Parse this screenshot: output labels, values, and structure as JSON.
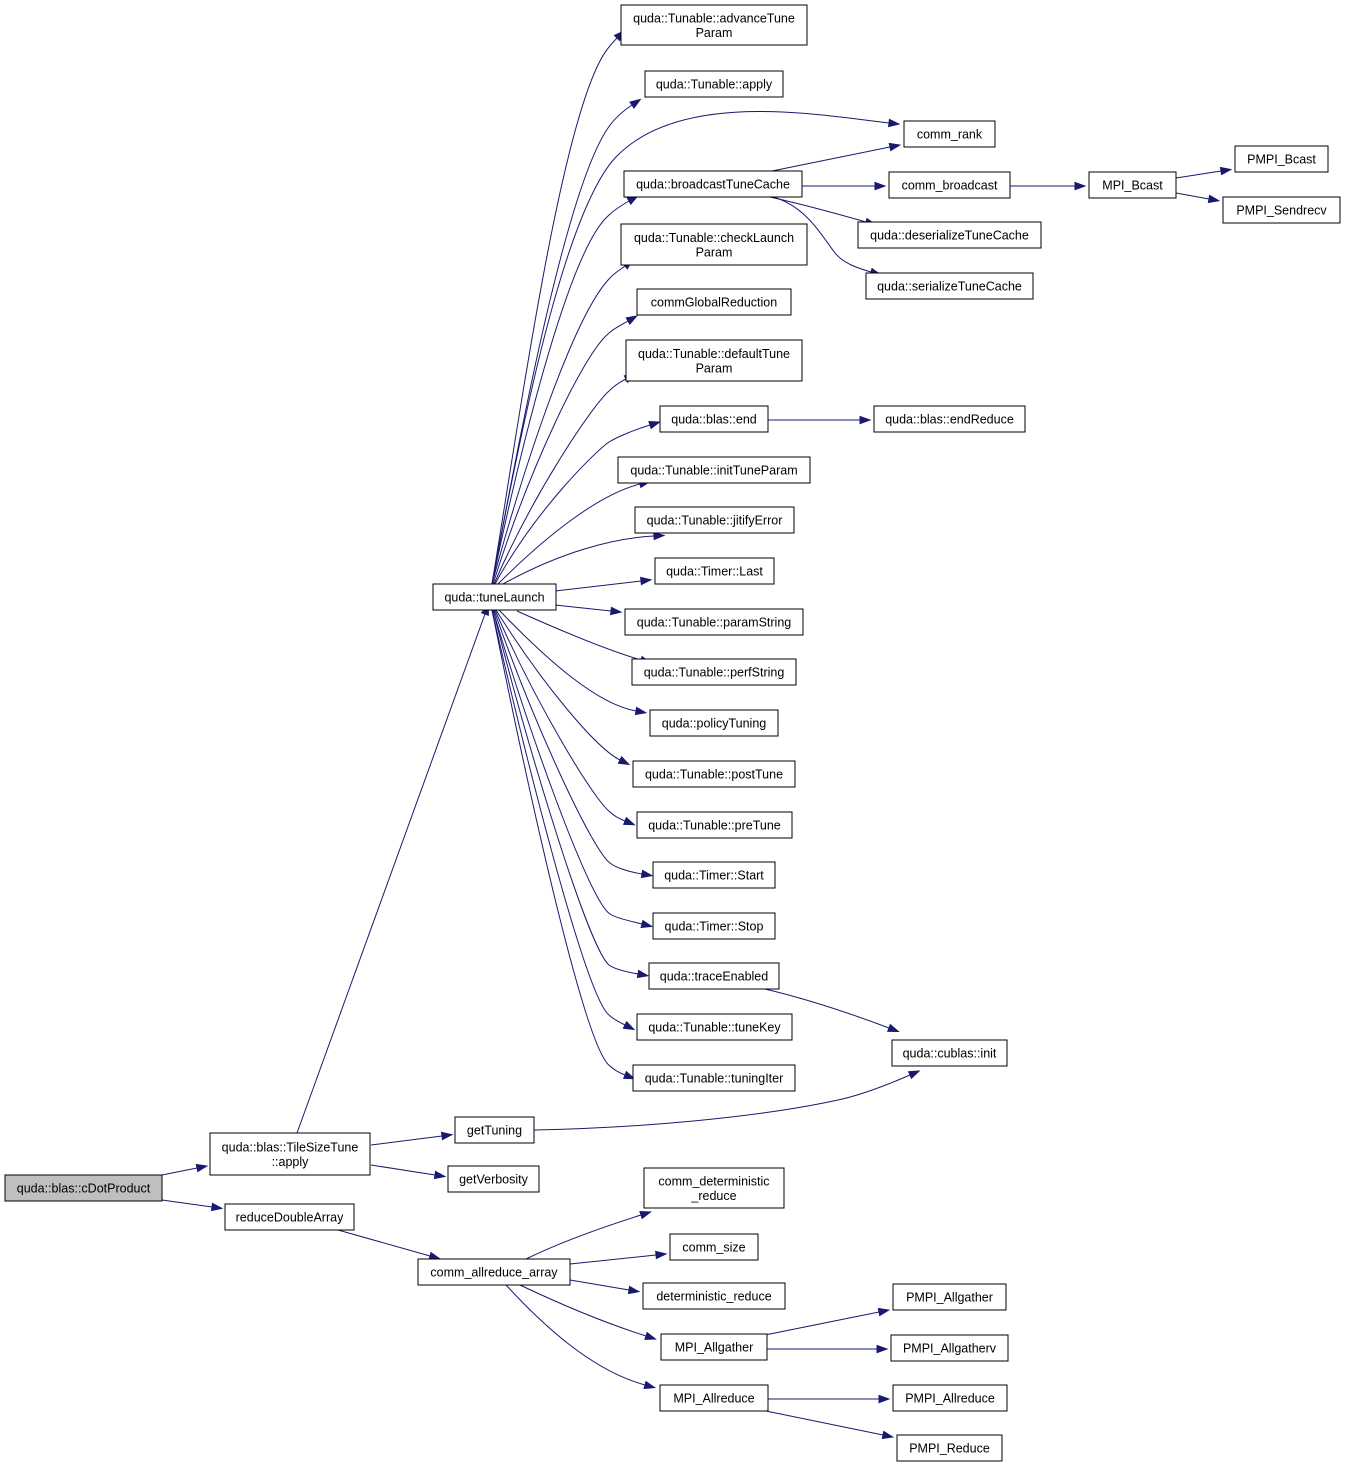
{
  "graph": {
    "root": "cdot",
    "colors": {
      "edge": "#191970",
      "node_fill": "#ffffff",
      "root_fill": "#bfbfbf",
      "node_border": "#000000"
    },
    "nodes": [
      {
        "id": "cdot",
        "lines": [
          "quda::blas::cDotProduct"
        ]
      },
      {
        "id": "tilesize",
        "lines": [
          "quda::blas::TileSizeTune",
          "::apply"
        ]
      },
      {
        "id": "reducedbl",
        "lines": [
          "reduceDoubleArray"
        ]
      },
      {
        "id": "tunelaunch",
        "lines": [
          "quda::tuneLaunch"
        ]
      },
      {
        "id": "gettuning",
        "lines": [
          "getTuning"
        ]
      },
      {
        "id": "getverb",
        "lines": [
          "getVerbosity"
        ]
      },
      {
        "id": "allreduce_arr",
        "lines": [
          "comm_allreduce_array"
        ]
      },
      {
        "id": "advtune",
        "lines": [
          "quda::Tunable::advanceTune",
          "Param"
        ]
      },
      {
        "id": "apply",
        "lines": [
          "quda::Tunable::apply"
        ]
      },
      {
        "id": "commrank",
        "lines": [
          "comm_rank"
        ]
      },
      {
        "id": "bcastcache",
        "lines": [
          "quda::broadcastTuneCache"
        ]
      },
      {
        "id": "commbcast",
        "lines": [
          "comm_broadcast"
        ]
      },
      {
        "id": "mpibcast",
        "lines": [
          "MPI_Bcast"
        ]
      },
      {
        "id": "pmpibcast",
        "lines": [
          "PMPI_Bcast"
        ]
      },
      {
        "id": "pmpisendrecv",
        "lines": [
          "PMPI_Sendrecv"
        ]
      },
      {
        "id": "deser",
        "lines": [
          "quda::deserializeTuneCache"
        ]
      },
      {
        "id": "ser",
        "lines": [
          "quda::serializeTuneCache"
        ]
      },
      {
        "id": "checklaunch",
        "lines": [
          "quda::Tunable::checkLaunch",
          "Param"
        ]
      },
      {
        "id": "commglobal",
        "lines": [
          "commGlobalReduction"
        ]
      },
      {
        "id": "deftune",
        "lines": [
          "quda::Tunable::defaultTune",
          "Param"
        ]
      },
      {
        "id": "blasend",
        "lines": [
          "quda::blas::end"
        ]
      },
      {
        "id": "endreduce",
        "lines": [
          "quda::blas::endReduce"
        ]
      },
      {
        "id": "inittune",
        "lines": [
          "quda::Tunable::initTuneParam"
        ]
      },
      {
        "id": "jitify",
        "lines": [
          "quda::Tunable::jitifyError"
        ]
      },
      {
        "id": "timerlast",
        "lines": [
          "quda::Timer::Last"
        ]
      },
      {
        "id": "paramstr",
        "lines": [
          "quda::Tunable::paramString"
        ]
      },
      {
        "id": "perfstr",
        "lines": [
          "quda::Tunable::perfString"
        ]
      },
      {
        "id": "policy",
        "lines": [
          "quda::policyTuning"
        ]
      },
      {
        "id": "posttune",
        "lines": [
          "quda::Tunable::postTune"
        ]
      },
      {
        "id": "pretune",
        "lines": [
          "quda::Tunable::preTune"
        ]
      },
      {
        "id": "timerstart",
        "lines": [
          "quda::Timer::Start"
        ]
      },
      {
        "id": "timerstop",
        "lines": [
          "quda::Timer::Stop"
        ]
      },
      {
        "id": "trace",
        "lines": [
          "quda::traceEnabled"
        ]
      },
      {
        "id": "tunekey",
        "lines": [
          "quda::Tunable::tuneKey"
        ]
      },
      {
        "id": "tuningiter",
        "lines": [
          "quda::Tunable::tuningIter"
        ]
      },
      {
        "id": "cublasinit",
        "lines": [
          "quda::cublas::init"
        ]
      },
      {
        "id": "commdet",
        "lines": [
          "comm_deterministic",
          "_reduce"
        ]
      },
      {
        "id": "commsize",
        "lines": [
          "comm_size"
        ]
      },
      {
        "id": "detreduce",
        "lines": [
          "deterministic_reduce"
        ]
      },
      {
        "id": "mpiallgather",
        "lines": [
          "MPI_Allgather"
        ]
      },
      {
        "id": "mpiallreduce",
        "lines": [
          "MPI_Allreduce"
        ]
      },
      {
        "id": "pmpiallgather",
        "lines": [
          "PMPI_Allgather"
        ]
      },
      {
        "id": "pmpiallgatherv",
        "lines": [
          "PMPI_Allgatherv"
        ]
      },
      {
        "id": "pmpiallreduce",
        "lines": [
          "PMPI_Allreduce"
        ]
      },
      {
        "id": "pmpireduce",
        "lines": [
          "PMPI_Reduce"
        ]
      }
    ],
    "edges": [
      [
        "cdot",
        "tilesize"
      ],
      [
        "cdot",
        "reducedbl"
      ],
      [
        "tilesize",
        "tunelaunch"
      ],
      [
        "tilesize",
        "gettuning"
      ],
      [
        "tilesize",
        "getverb"
      ],
      [
        "reducedbl",
        "allreduce_arr"
      ],
      [
        "tunelaunch",
        "advtune"
      ],
      [
        "tunelaunch",
        "apply"
      ],
      [
        "tunelaunch",
        "commrank"
      ],
      [
        "tunelaunch",
        "bcastcache"
      ],
      [
        "tunelaunch",
        "checklaunch"
      ],
      [
        "tunelaunch",
        "commglobal"
      ],
      [
        "tunelaunch",
        "deftune"
      ],
      [
        "tunelaunch",
        "blasend"
      ],
      [
        "tunelaunch",
        "inittune"
      ],
      [
        "tunelaunch",
        "jitify"
      ],
      [
        "tunelaunch",
        "timerlast"
      ],
      [
        "tunelaunch",
        "paramstr"
      ],
      [
        "tunelaunch",
        "perfstr"
      ],
      [
        "tunelaunch",
        "policy"
      ],
      [
        "tunelaunch",
        "posttune"
      ],
      [
        "tunelaunch",
        "pretune"
      ],
      [
        "tunelaunch",
        "timerstart"
      ],
      [
        "tunelaunch",
        "timerstop"
      ],
      [
        "tunelaunch",
        "trace"
      ],
      [
        "tunelaunch",
        "tunekey"
      ],
      [
        "tunelaunch",
        "tuningiter"
      ],
      [
        "bcastcache",
        "commrank"
      ],
      [
        "bcastcache",
        "commbcast"
      ],
      [
        "bcastcache",
        "deser"
      ],
      [
        "bcastcache",
        "ser"
      ],
      [
        "commbcast",
        "mpibcast"
      ],
      [
        "mpibcast",
        "pmpibcast"
      ],
      [
        "mpibcast",
        "pmpisendrecv"
      ],
      [
        "blasend",
        "endreduce"
      ],
      [
        "trace",
        "cublasinit"
      ],
      [
        "gettuning",
        "cublasinit"
      ],
      [
        "allreduce_arr",
        "commdet"
      ],
      [
        "allreduce_arr",
        "commsize"
      ],
      [
        "allreduce_arr",
        "detreduce"
      ],
      [
        "allreduce_arr",
        "mpiallgather"
      ],
      [
        "allreduce_arr",
        "mpiallreduce"
      ],
      [
        "mpiallgather",
        "pmpiallgather"
      ],
      [
        "mpiallgather",
        "pmpiallgatherv"
      ],
      [
        "mpiallreduce",
        "pmpiallreduce"
      ],
      [
        "mpiallreduce",
        "pmpireduce"
      ]
    ]
  }
}
